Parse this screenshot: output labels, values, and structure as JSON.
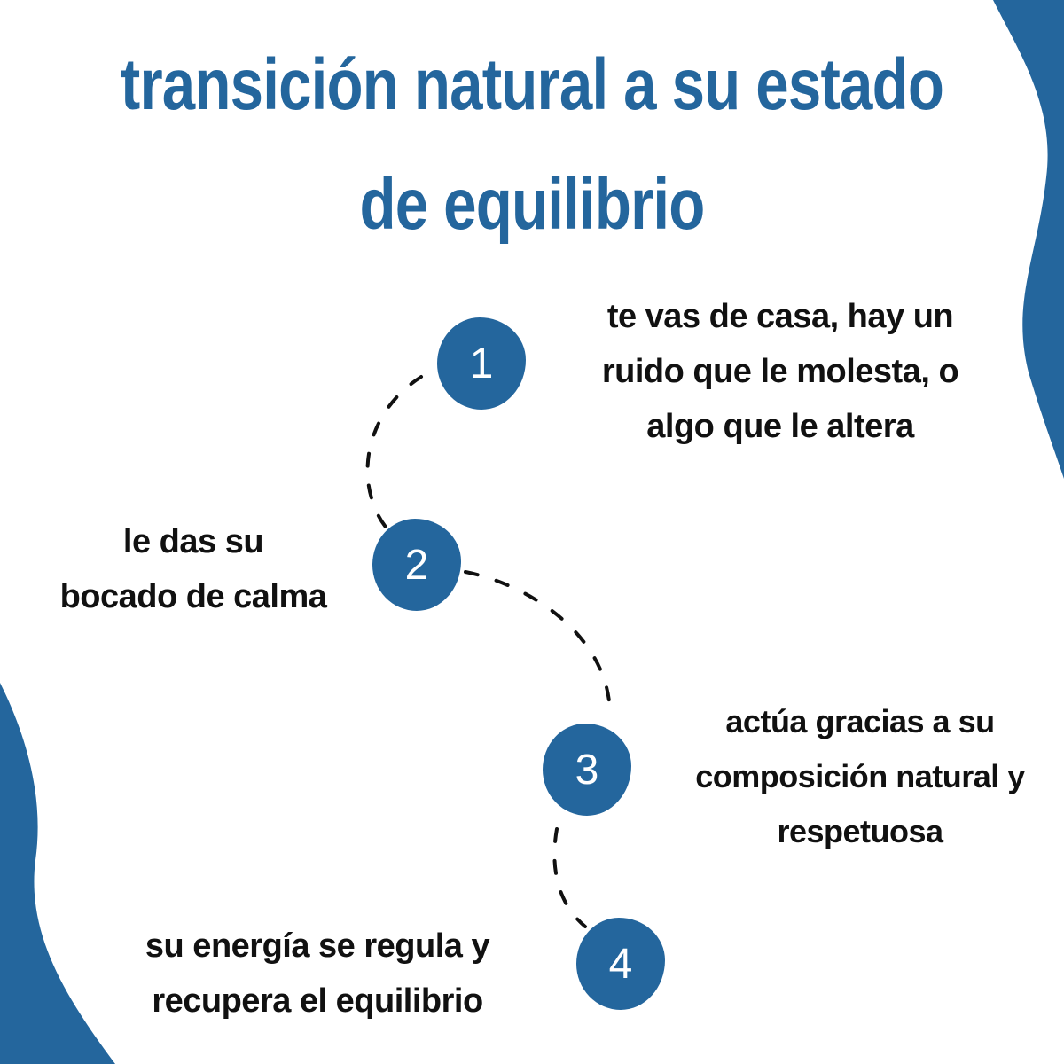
{
  "title": {
    "line1": "transición natural a su estado",
    "line2": "de equilibrio"
  },
  "colors": {
    "accent": "#24669d",
    "text": "#111111"
  },
  "steps": [
    {
      "number": "1",
      "lines": [
        "te vas de casa, hay un",
        "ruido que le molesta, o",
        "algo que le altera"
      ]
    },
    {
      "number": "2",
      "lines": [
        "le das su",
        "bocado de calma"
      ]
    },
    {
      "number": "3",
      "lines": [
        "actúa gracias a su",
        "composición natural y",
        "respetuosa"
      ]
    },
    {
      "number": "4",
      "lines": [
        "su energía se regula y",
        "recupera el equilibrio"
      ]
    }
  ]
}
